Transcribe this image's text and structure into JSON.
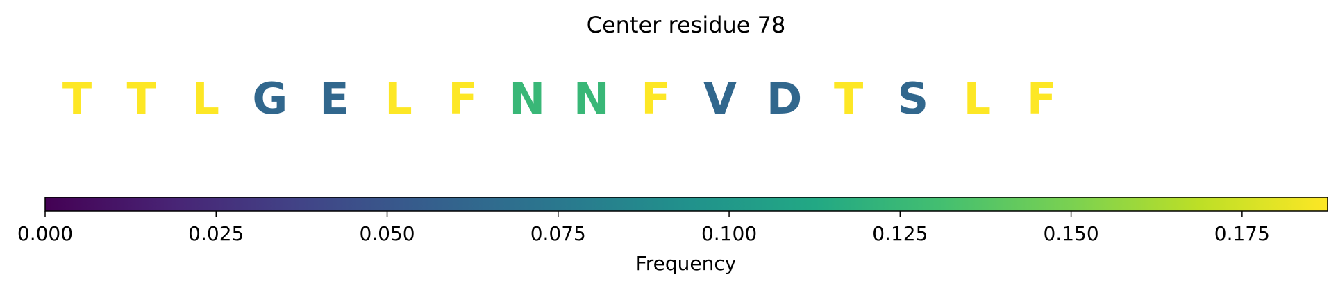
{
  "chart_data": {
    "type": "heatmap",
    "title": "Center residue 78",
    "residues": [
      {
        "letter": "T",
        "frequency": 0.188
      },
      {
        "letter": "T",
        "frequency": 0.188
      },
      {
        "letter": "L",
        "frequency": 0.188
      },
      {
        "letter": "G",
        "frequency": 0.0625
      },
      {
        "letter": "E",
        "frequency": 0.0625
      },
      {
        "letter": "L",
        "frequency": 0.188
      },
      {
        "letter": "F",
        "frequency": 0.188
      },
      {
        "letter": "N",
        "frequency": 0.125
      },
      {
        "letter": "N",
        "frequency": 0.125
      },
      {
        "letter": "F",
        "frequency": 0.188
      },
      {
        "letter": "V",
        "frequency": 0.0625
      },
      {
        "letter": "D",
        "frequency": 0.0625
      },
      {
        "letter": "T",
        "frequency": 0.188
      },
      {
        "letter": "S",
        "frequency": 0.0625
      },
      {
        "letter": "L",
        "frequency": 0.188
      },
      {
        "letter": "F",
        "frequency": 0.188
      }
    ],
    "colorbar": {
      "label": "Frequency",
      "range": [
        0,
        0.1875
      ],
      "ticks": [
        0,
        0.025,
        0.05,
        0.075,
        0.1,
        0.125,
        0.15,
        0.175
      ],
      "tick_labels": [
        "0.000",
        "0.025",
        "0.050",
        "0.075",
        "0.100",
        "0.125",
        "0.150",
        "0.175"
      ],
      "colormap": "viridis",
      "orientation": "horizontal"
    }
  }
}
